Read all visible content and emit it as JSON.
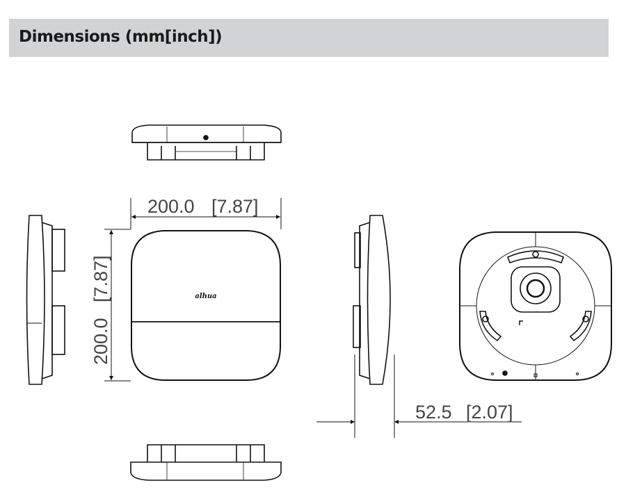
{
  "header": {
    "title": "Dimensions (mm[inch])"
  },
  "drawing": {
    "width_dim": "200.0",
    "width_dim_inch": "[7.87]",
    "height_dim": "200.0",
    "height_dim_inch": "[7.87]",
    "depth_dim": "52.5",
    "depth_dim_inch": "[2.07]",
    "logo_text": "alhua"
  }
}
